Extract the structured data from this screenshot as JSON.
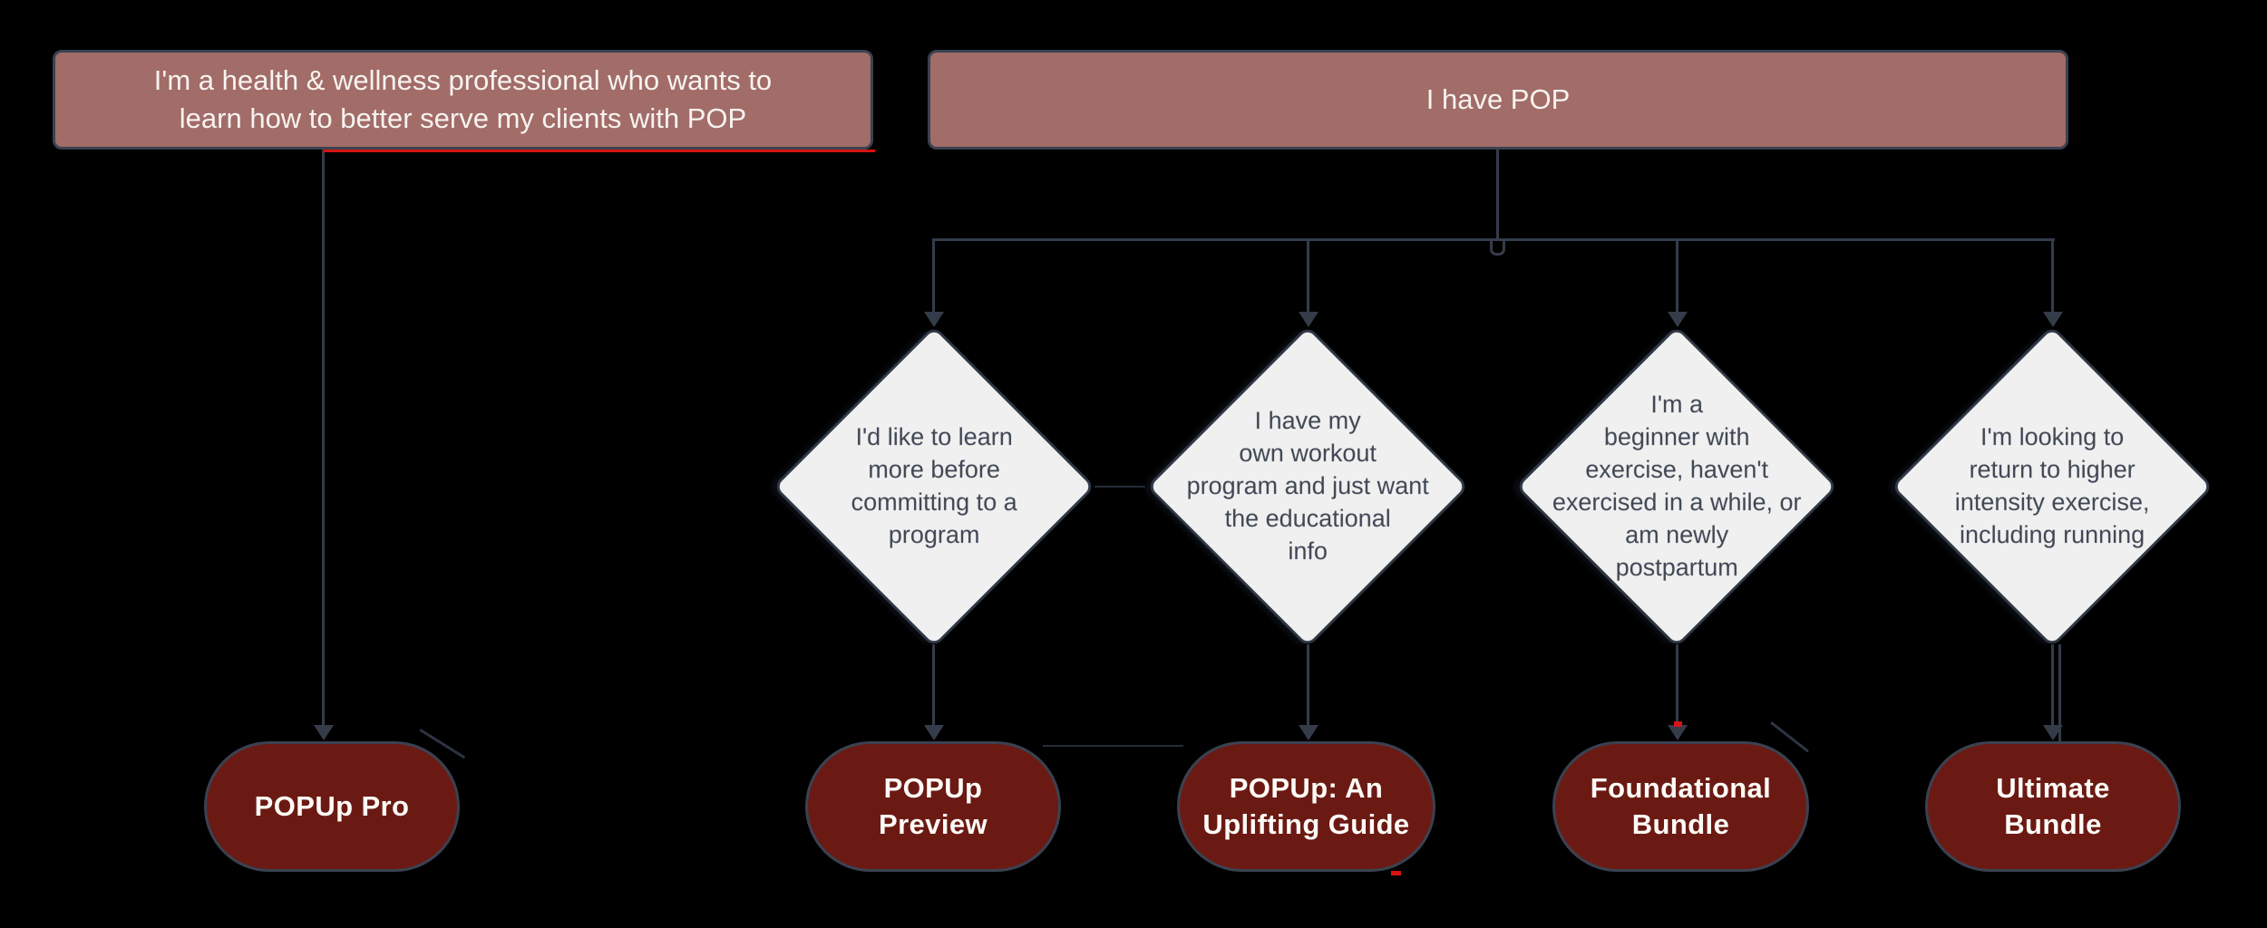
{
  "canvas": {
    "background": "#000000"
  },
  "palette": {
    "rose_node": "#a26c68",
    "maroon_node": "#6b1a13",
    "diamond_fill": "#f0f0f0",
    "diamond_text": "#3e4653",
    "edge": "#343c4a",
    "node_border": "#3a4251",
    "light_text": "#f7f3ef",
    "red_accent": "#d61414"
  },
  "flowchart": {
    "start_nodes": {
      "professional": {
        "label": "I'm a health & wellness professional who wants to\nlearn how to better serve my clients with POP"
      },
      "have_pop": {
        "label": "I have POP"
      }
    },
    "decisions": [
      {
        "id": "learn_more",
        "label": "I'd like to learn\nmore before\ncommitting to a\nprogram"
      },
      {
        "id": "own_program",
        "label": "I have my\nown workout\nprogram and just want\nthe educational\ninfo"
      },
      {
        "id": "beginner",
        "label": "I'm a\nbeginner with\nexercise, haven't\nexercised in a while, or\nam newly\npostpartum"
      },
      {
        "id": "higher_intensity",
        "label": "I'm looking to\nreturn to higher\nintensity exercise,\nincluding running"
      }
    ],
    "products": [
      {
        "id": "popup_pro",
        "label": "POPUp Pro"
      },
      {
        "id": "popup_preview",
        "label": "POPUp\nPreview"
      },
      {
        "id": "popup_guide",
        "label": "POPUp: An\nUplifting Guide"
      },
      {
        "id": "foundational_bundle",
        "label": "Foundational\nBundle"
      },
      {
        "id": "ultimate_bundle",
        "label": "Ultimate\nBundle"
      }
    ],
    "edges": [
      {
        "from": "professional",
        "to": "popup_pro"
      },
      {
        "from": "have_pop",
        "to": "learn_more"
      },
      {
        "from": "have_pop",
        "to": "own_program"
      },
      {
        "from": "have_pop",
        "to": "beginner"
      },
      {
        "from": "have_pop",
        "to": "higher_intensity"
      },
      {
        "from": "learn_more",
        "to": "popup_preview"
      },
      {
        "from": "own_program",
        "to": "popup_guide"
      },
      {
        "from": "beginner",
        "to": "foundational_bundle"
      },
      {
        "from": "higher_intensity",
        "to": "ultimate_bundle"
      }
    ]
  }
}
